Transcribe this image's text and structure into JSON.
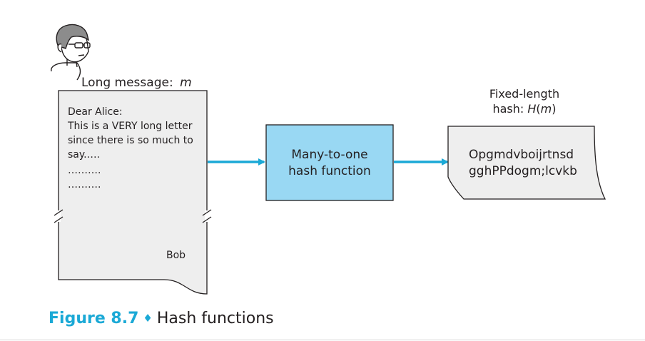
{
  "sender": {
    "label": "Long message:",
    "label_var": "m",
    "letter_lines": [
      "Dear Alice:",
      "This is a VERY long letter",
      "since there is so much to",
      "say.….",
      "……….",
      "………."
    ],
    "signature": "Bob"
  },
  "hash_box": {
    "lines": [
      "Many-to-one",
      "hash function"
    ]
  },
  "output": {
    "label_line1": "Fixed-length",
    "label_line2_prefix": "hash: ",
    "label_line2_fn": "H",
    "label_line2_open": "(",
    "label_line2_var": "m",
    "label_line2_close": ")",
    "hash_lines": [
      "Opgmdvboijrtnsd",
      "gghPPdogm;lcvkb"
    ]
  },
  "caption": {
    "figure": "Figure 8.7",
    "separator": "♦",
    "title": "Hash functions"
  },
  "colors": {
    "accent": "#1ba9d6",
    "box_fill": "#99d8f3",
    "paper_fill": "#eeeeee",
    "stroke": "#231f20"
  }
}
